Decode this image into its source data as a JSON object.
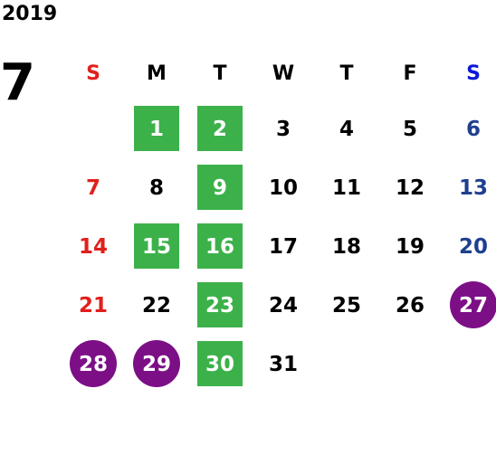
{
  "year": "2019",
  "month": "7",
  "colors": {
    "sunday": "#e0201b",
    "saturday_header": "#0a1ad8",
    "saturday": "#1f3f8f",
    "weekday": "#000000",
    "marked_green": "#3cb14a",
    "marked_purple": "#7c0f86",
    "marked_text": "#ffffff"
  },
  "weekdays": [
    {
      "label": "S",
      "kind": "sunday"
    },
    {
      "label": "M",
      "kind": "weekday"
    },
    {
      "label": "T",
      "kind": "weekday"
    },
    {
      "label": "W",
      "kind": "weekday"
    },
    {
      "label": "T",
      "kind": "weekday"
    },
    {
      "label": "F",
      "kind": "weekday"
    },
    {
      "label": "S",
      "kind": "saturday_header"
    }
  ],
  "weeks": [
    [
      null,
      {
        "day": "1",
        "mark": "green"
      },
      {
        "day": "2",
        "mark": "green"
      },
      {
        "day": "3"
      },
      {
        "day": "4"
      },
      {
        "day": "5"
      },
      {
        "day": "6"
      }
    ],
    [
      {
        "day": "7"
      },
      {
        "day": "8"
      },
      {
        "day": "9",
        "mark": "green"
      },
      {
        "day": "10"
      },
      {
        "day": "11"
      },
      {
        "day": "12"
      },
      {
        "day": "13"
      }
    ],
    [
      {
        "day": "14"
      },
      {
        "day": "15",
        "mark": "green"
      },
      {
        "day": "16",
        "mark": "green"
      },
      {
        "day": "17"
      },
      {
        "day": "18"
      },
      {
        "day": "19"
      },
      {
        "day": "20"
      }
    ],
    [
      {
        "day": "21"
      },
      {
        "day": "22"
      },
      {
        "day": "23",
        "mark": "green"
      },
      {
        "day": "24"
      },
      {
        "day": "25"
      },
      {
        "day": "26"
      },
      {
        "day": "27",
        "mark": "purple"
      }
    ],
    [
      {
        "day": "28",
        "mark": "purple"
      },
      {
        "day": "29",
        "mark": "purple"
      },
      {
        "day": "30",
        "mark": "green"
      },
      {
        "day": "31"
      },
      null,
      null,
      null
    ]
  ]
}
